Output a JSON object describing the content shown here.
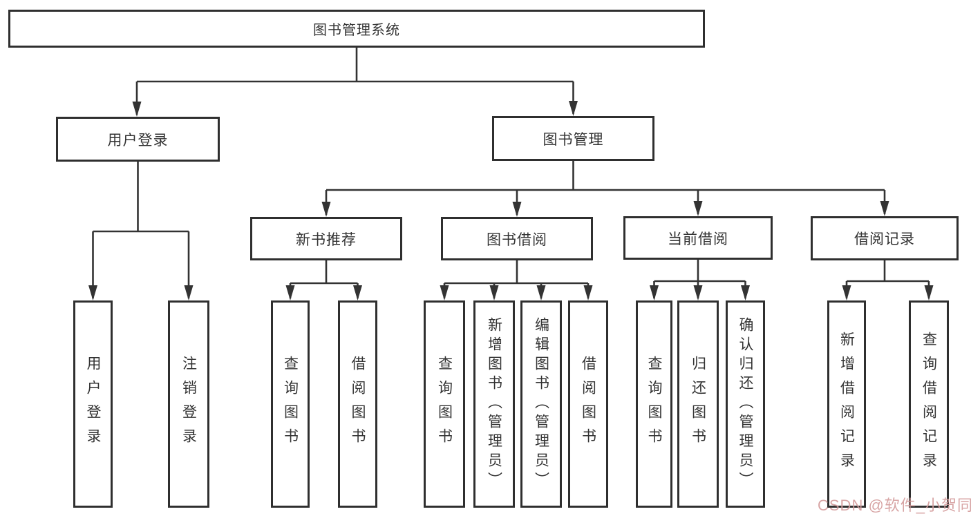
{
  "diagram": {
    "root": {
      "label": "图书管理系统"
    },
    "level2": [
      {
        "label": "用户登录"
      },
      {
        "label": "图书管理"
      }
    ],
    "level3": [
      {
        "label": "新书推荐"
      },
      {
        "label": "图书借阅"
      },
      {
        "label": "当前借阅"
      },
      {
        "label": "借阅记录"
      }
    ],
    "leaves": [
      {
        "label": "用户登录"
      },
      {
        "label": "注销登录"
      },
      {
        "label": "查询图书"
      },
      {
        "label": "借阅图书"
      },
      {
        "label": "查询图书"
      },
      {
        "label": "新增图书（管理员）"
      },
      {
        "label": "编辑图书（管理员）"
      },
      {
        "label": "借阅图书"
      },
      {
        "label": "查询图书"
      },
      {
        "label": "归还图书"
      },
      {
        "label": "确认归还（管理员）"
      },
      {
        "label": "新增借阅记录"
      },
      {
        "label": "查询借阅记录"
      }
    ],
    "colors": {
      "line": "#333333",
      "box_border": "#2f2f2f",
      "text": "#333333",
      "background": "#ffffff",
      "watermark": "#d49c9c"
    }
  },
  "watermark": {
    "text": "CSDN @软件_小贺同学"
  }
}
